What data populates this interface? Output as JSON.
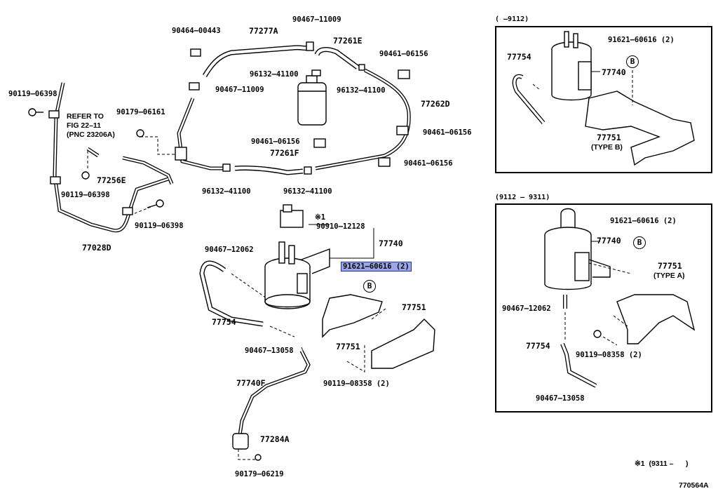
{
  "panels": {
    "top_right_title": "(      –9112)",
    "bottom_right_title": "(9112 – 9311)"
  },
  "labels": {
    "p90464_00443": "90464–00443",
    "p77277A": "77277A",
    "p90467_11009_top": "90467–11009",
    "p77261E": "77261E",
    "p90461_06156_a": "90461–06156",
    "p96132_41100_a": "96132–41100",
    "p96132_41100_b": "96132–41100",
    "p90467_11009_mid": "90467–11009",
    "p90119_06398_a": "90119–06398",
    "refer_line1": "REFER TO",
    "refer_line2": "FIG 22–11",
    "refer_line3": "(PNC 23206A)",
    "p90179_06161": "90179–06161",
    "p77262D": "77262D",
    "p90461_06156_b": "90461–06156",
    "p90461_06156_c": "90461–06156",
    "p77261F": "77261F",
    "p90461_06156_d": "90461–06156",
    "p77256E": "77256E",
    "p90119_06398_b": "90119–06398",
    "p96132_41100_c": "96132–41100",
    "p96132_41100_d": "96132–41100",
    "p90119_06398_c": "90119–06398",
    "p77028D": "77028D",
    "note1": "※1",
    "p90910_12128": "90910–12128",
    "p77740_main": "77740",
    "p90467_12062_main": "90467–12062",
    "p91621_60616_main": "91621–60616 (2)",
    "b_main": "B",
    "p77751_a": "77751",
    "p77754_main": "77754",
    "p77751_b": "77751",
    "p90467_13058_main": "90467–13058",
    "p90119_08358_main": "90119–08358 (2)",
    "p77740F": "77740F",
    "p77284A": "77284A",
    "p90179_06219": "90179–06219",
    "tr_77754": "77754",
    "tr_91621": "91621–60616 (2)",
    "tr_b": "B",
    "tr_77740": "77740",
    "tr_77751": "77751",
    "tr_typeb": "(TYPE B)",
    "br_91621": "91621–60616 (2)",
    "br_77740": "77740",
    "br_b": "B",
    "br_77751": "77751",
    "br_typea": "(TYPE A)",
    "br_90467_12062": "90467–12062",
    "br_77754": "77754",
    "br_90119_08358": "90119–08358 (2)",
    "br_90467_13058": "90467–13058",
    "footnote": "※1  (9311 –      )",
    "figure_id": "770564A"
  }
}
